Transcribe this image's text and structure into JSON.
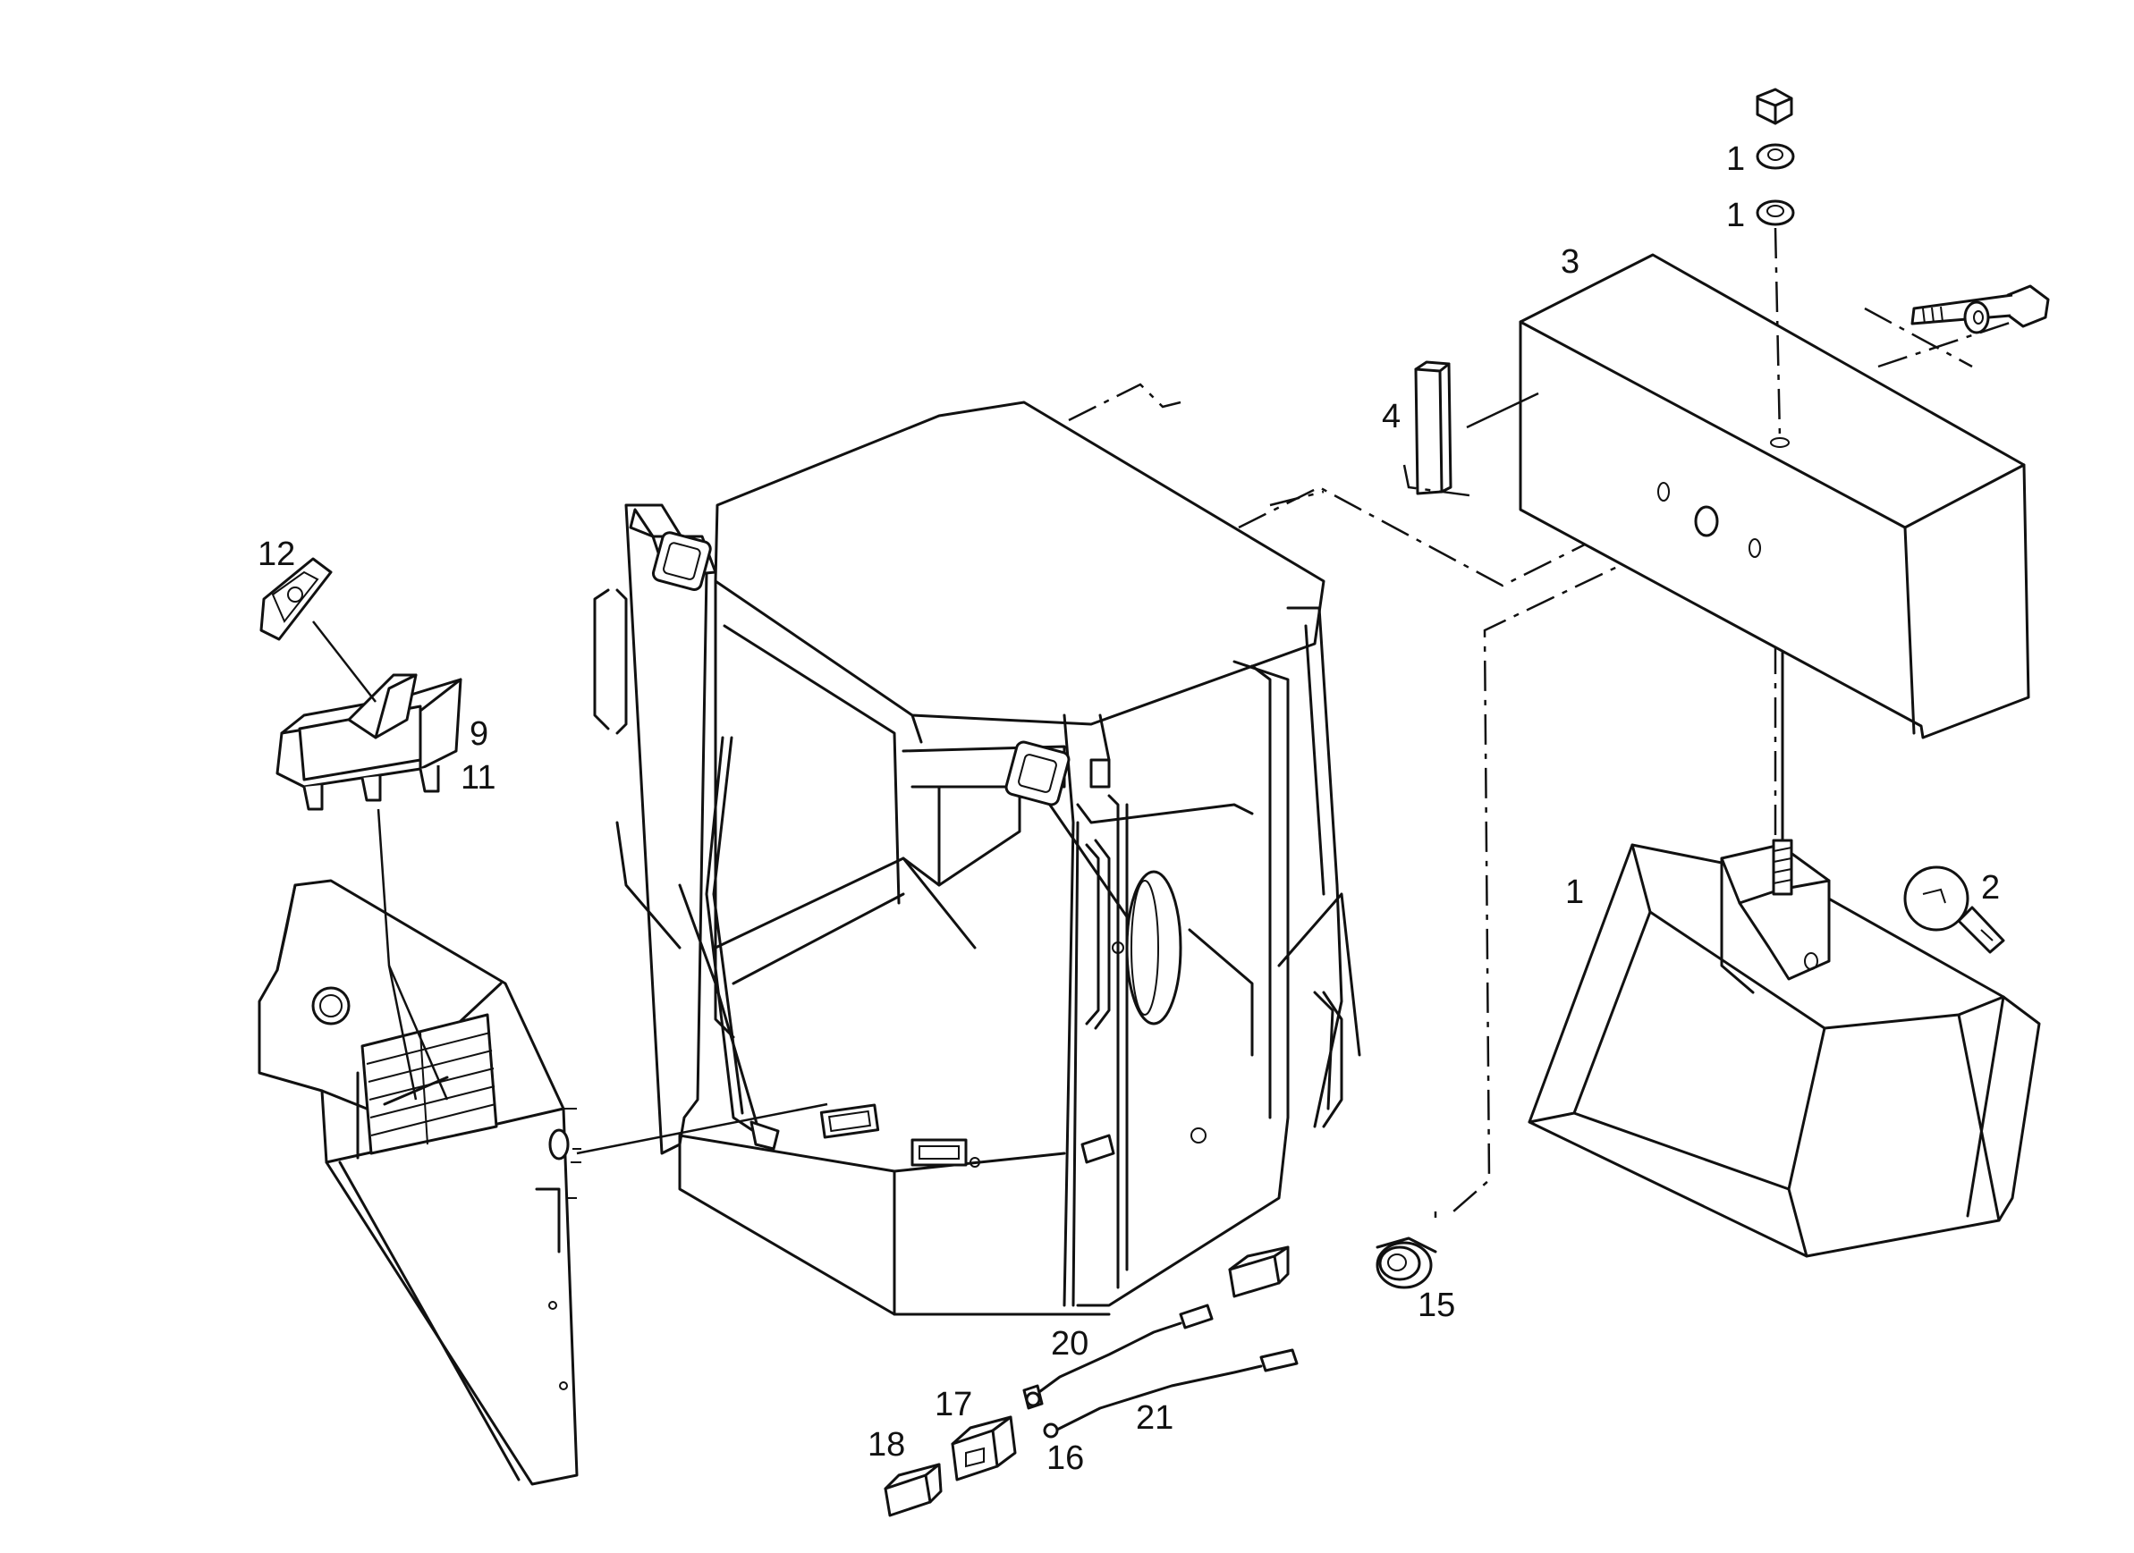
{
  "callouts": {
    "c1a": "1",
    "c1b": "1",
    "c1c": "1",
    "c2": "2",
    "c3": "3",
    "c4": "4",
    "c9": "9",
    "c11": "11",
    "c12": "12",
    "c15": "15",
    "c16": "16",
    "c17": "17",
    "c18": "18",
    "c20": "20",
    "c21": "21"
  },
  "colors": {
    "line": "#111111",
    "background": "#ffffff"
  }
}
